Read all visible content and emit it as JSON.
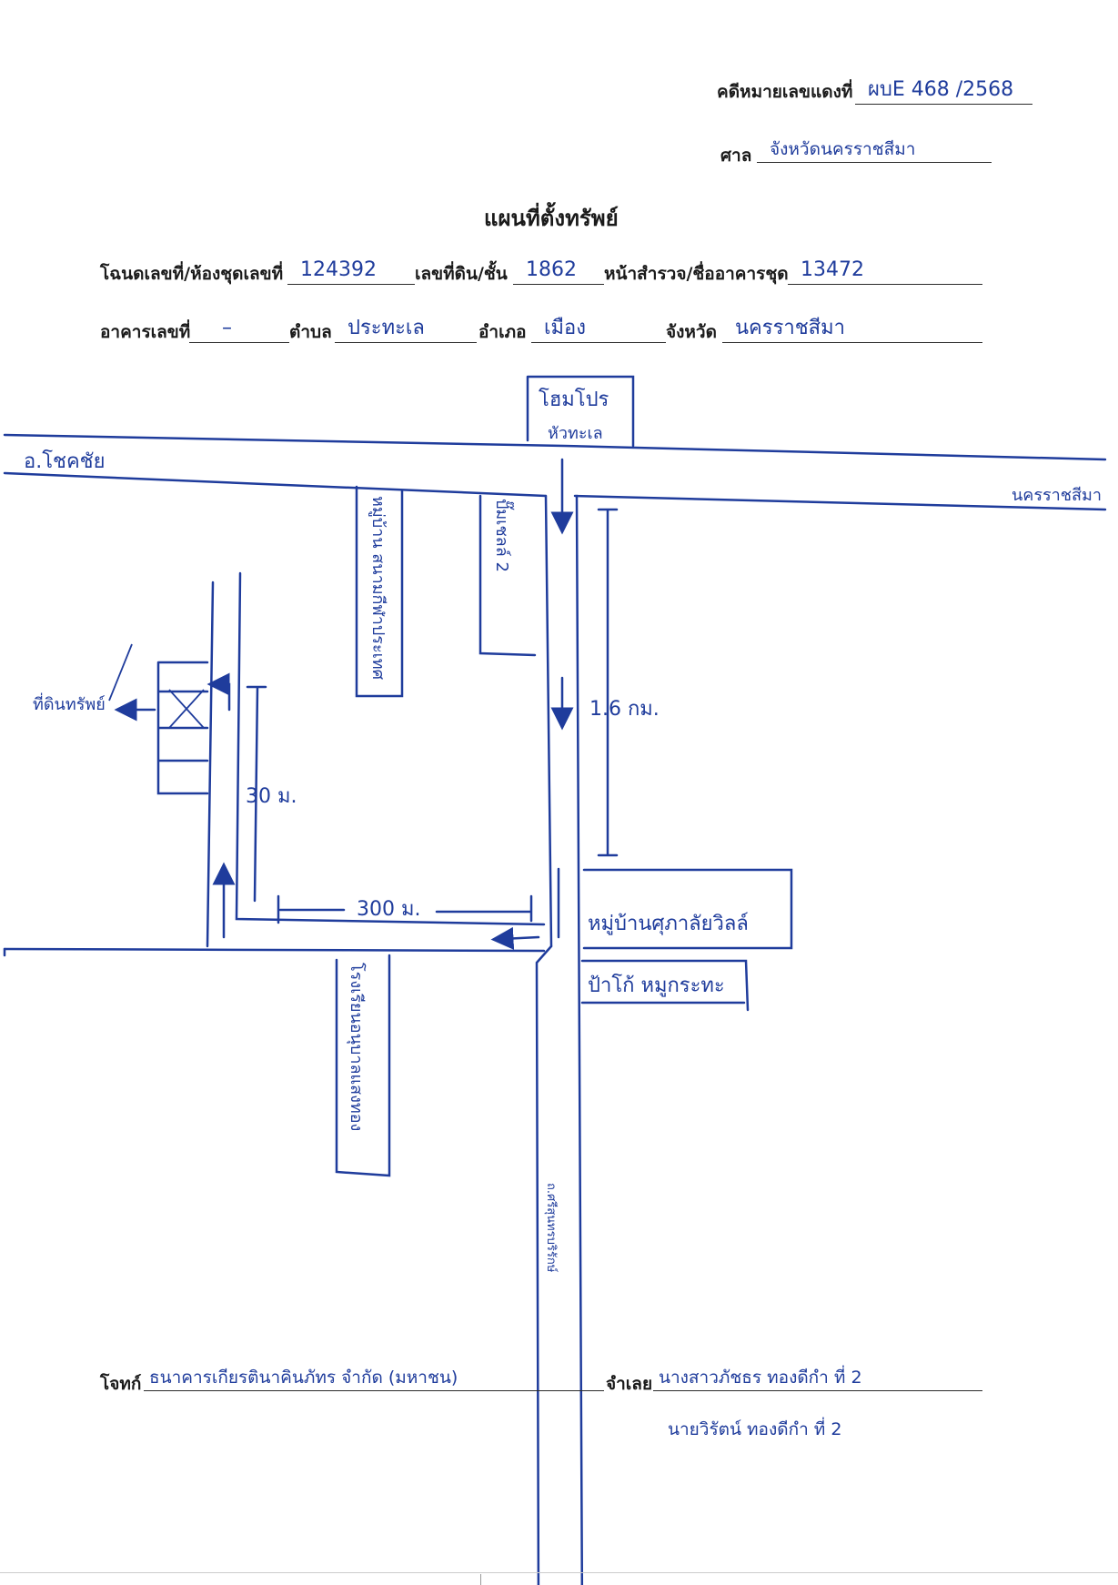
{
  "header": {
    "case_label": "คดีหมายเลขแดงที่",
    "case_value": "ผบE 468 /2568",
    "court_label": "ศาล",
    "court_value": "จังหวัดนครราชสีมา"
  },
  "title": "แผนที่ตั้งทรัพย์",
  "form": {
    "deed_label": "โฉนดเลขที่/ห้องชุดเลขที่",
    "deed_value": "124392",
    "land_no_label": "เลขที่ดิน/ชั้น",
    "land_no_value": "1862",
    "survey_label": "หน้าสำรวจ/ชื่ออาคารชุด",
    "survey_value": "13472",
    "building_label": "อาคารเลขที่",
    "building_value": "–",
    "subdistrict_label": "ตำบล",
    "subdistrict_value": "ประทะเล",
    "district_label": "อำเภอ",
    "district_value": "เมือง",
    "province_label": "จังหวัด",
    "province_value": "นครราชสีมา"
  },
  "map": {
    "landmark_top_line1": "โฮมโปร",
    "landmark_top_line2": "หัวทะเล",
    "road_left": "อ.โชคชัย",
    "road_right": "นครราชสีมา",
    "shop_vertical_left": "หมู่บ้าน สนามกีฬาประเทศ",
    "shop_vertical_mid": "ปั๊มเชลล์ 2",
    "property_label": "ที่ดินทรัพย์",
    "dist_1_6": "1.6 กม.",
    "dist_30": "30 ม.",
    "dist_300": "300 ม.",
    "village_box": "หมู่บ้านศุภาลัยวิลล์",
    "cafe_box": "ป้าโก้ หมูกระทะ",
    "shop_vertical_lower": "โรงเรียนอนุบาลแสงทอง",
    "road_vertical_lower": "ถ.ศรีสุนทรบริรักษ์"
  },
  "footer": {
    "plaintiff_label": "โจทก์",
    "plaintiff_value": "ธนาคารเกียรตินาคินภัทร จำกัด (มหาชน)",
    "defendant_label": "จำเลย",
    "defendant_value": "นางสาวภัชธร ทองดีกำ ที่ 2",
    "defendant2_value": "นายวิรัตน์ ทองดีกำ ที่ 2"
  }
}
